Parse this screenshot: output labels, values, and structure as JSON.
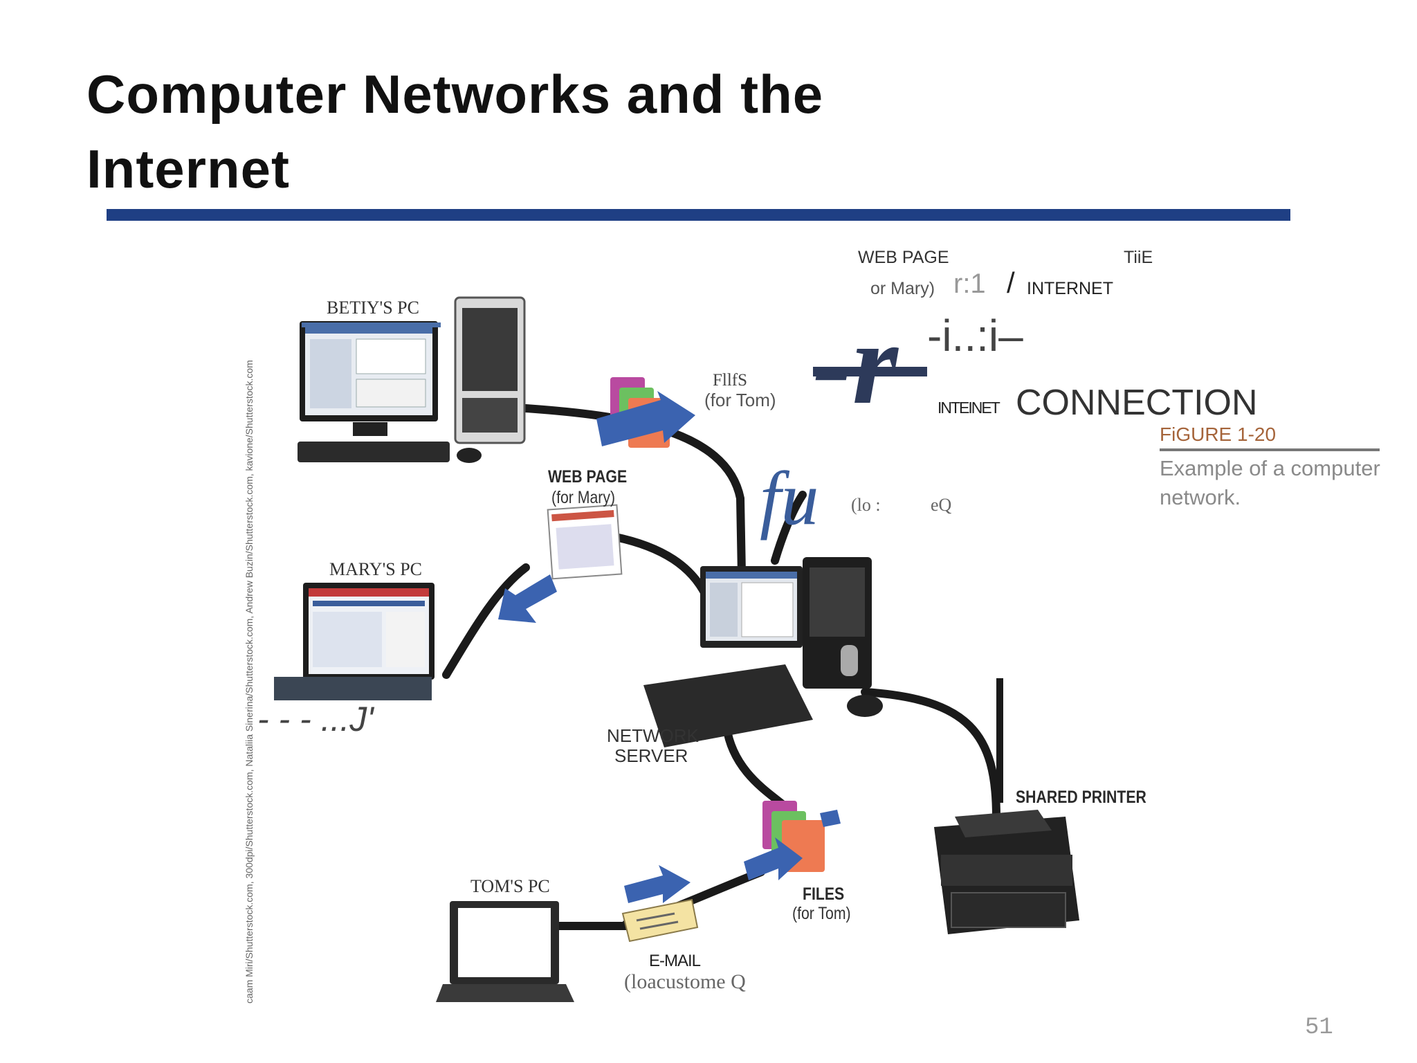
{
  "title": "Computer Networks and the Internet",
  "title_line1": "Computer  Networks and the",
  "title_line2": "Internet",
  "labels": {
    "bettys_pc": "BETIY'S PC",
    "files_for_tom_top": "FllfS",
    "files_for_tom_top_sub": "(for Tom)",
    "web_page_top": "WEB PAGE",
    "web_page_top_sub": "or Mary)",
    "glyph_r1": "r:1",
    "slash": "/",
    "internet": "INTERNET",
    "tiie": "TiiE",
    "big_r": "-r",
    "glyph_i": "-i..:i–",
    "inteinet": "INTEINET",
    "connection": "CONNECTION",
    "web_page_mid": "WEB PAGE",
    "web_page_mid_sub": "(for Mary)",
    "fu_glyph": "fu",
    "lo_glyph": "(lo :",
    "eq_glyph": "eQ",
    "marys_pc": "MARY'S PC",
    "dashes": "-   -   -   ...J'",
    "network_server": "NETWORK",
    "network_server_2": "SERVER",
    "shared_printer": "SHARED PRINTER",
    "toms_pc": "TOM'S PC",
    "files_bottom": "FILES",
    "files_bottom_sub": "(for Tom)",
    "email": "E-MAIL",
    "email_sub": "(loacustome Q"
  },
  "caption": {
    "figure": "FiGURE 1-20",
    "text": "Example of a computer network."
  },
  "credit": "caam Miri/Shutterstock.com, 300dpi/Shutterstock.com, Nataliia Sinerina/Shutterstock.com, Andrew Buzin/Shutterstock.com, kavione/Shutterstock.com",
  "page_number": "51",
  "colors": {
    "title_rule": "#1f3f84",
    "arrow": "#3b63b0",
    "caption_accent": "#a5643a"
  }
}
